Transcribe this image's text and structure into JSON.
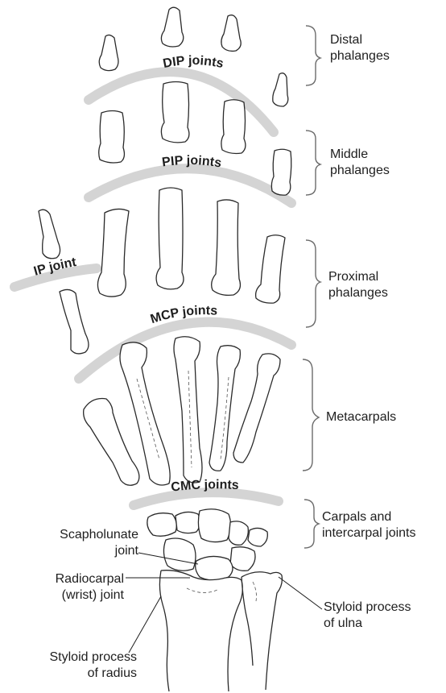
{
  "joints": {
    "dip": "DIP joints",
    "pip": "PIP  joints",
    "ip": "IP joint",
    "mcp": "MCP joints",
    "cmc": "CMC joints"
  },
  "groups": {
    "distal": [
      "Distal",
      "phalanges"
    ],
    "middle": [
      "Middle",
      "phalanges"
    ],
    "proximal": [
      "Proximal",
      "phalanges"
    ],
    "metacarpals": [
      "Metacarpals"
    ],
    "carpals": [
      "Carpals and",
      "intercarpal joints"
    ]
  },
  "callouts": {
    "scapholunate": [
      "Scapholunate",
      "joint"
    ],
    "radiocarpal": [
      "Radiocarpal",
      "(wrist) joint"
    ],
    "styloid_ulna": [
      "Styloid process",
      "of ulna"
    ],
    "styloid_radius": [
      "Styloid process",
      "of radius"
    ]
  },
  "colors": {
    "joint_band": "#d4d4d4",
    "bone_outline": "#2a2a2a",
    "brace": "#6b6b6b"
  }
}
